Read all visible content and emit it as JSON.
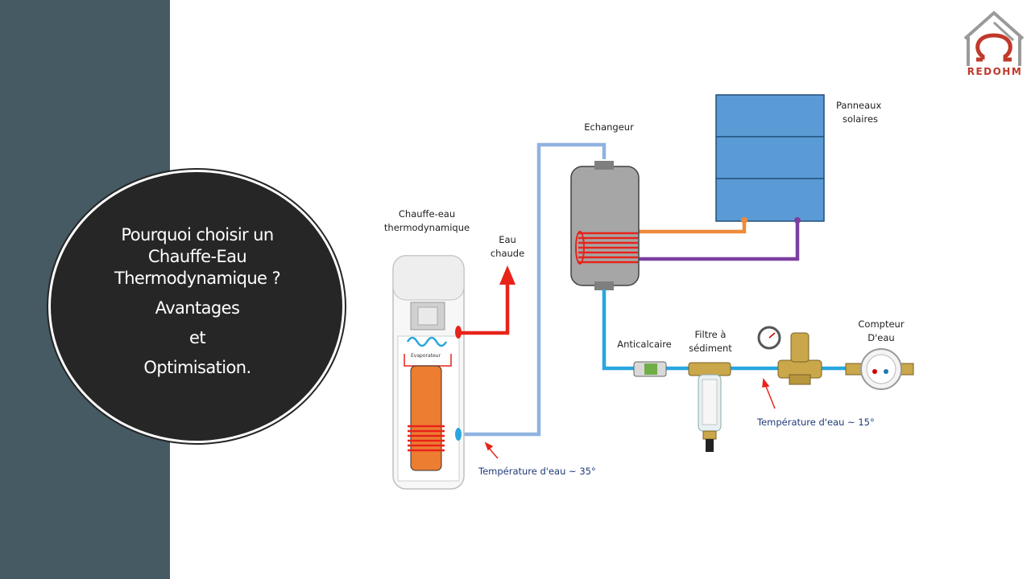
{
  "slide": {
    "heading_lines": [
      "Pourquoi choisir un",
      "Chauffe-Eau",
      "Thermodynamique ?",
      "Avantages",
      "et",
      "Optimisation."
    ],
    "brand": "REDOHM"
  },
  "diagram": {
    "labels": {
      "chauffe_eau_1": "Chauffe-eau",
      "chauffe_eau_2": "thermodynamique",
      "eau_chaude_1": "Eau",
      "eau_chaude_2": "chaude",
      "echangeur": "Echangeur",
      "panneaux_1": "Panneaux",
      "panneaux_2": "solaires",
      "anticalcaire": "Anticalcaire",
      "filtre_1": "Filtre à",
      "filtre_2": "sédiment",
      "compteur_1": "Compteur",
      "compteur_2": "D'eau",
      "evaporateur": "Evaporateur",
      "temp_35": "Température d'eau ~ 35°",
      "temp_15": "Température d'eau ~ 15°"
    },
    "colors": {
      "cold_pipe": "#29a6e0",
      "warm_pipe": "#8fb3e0",
      "hot_pipe": "#e8231a",
      "solar_out": "#ee8a3a",
      "solar_return": "#7b3fa0",
      "panel": "#5b9bd5",
      "tank_fill": "#ed7d31"
    }
  }
}
